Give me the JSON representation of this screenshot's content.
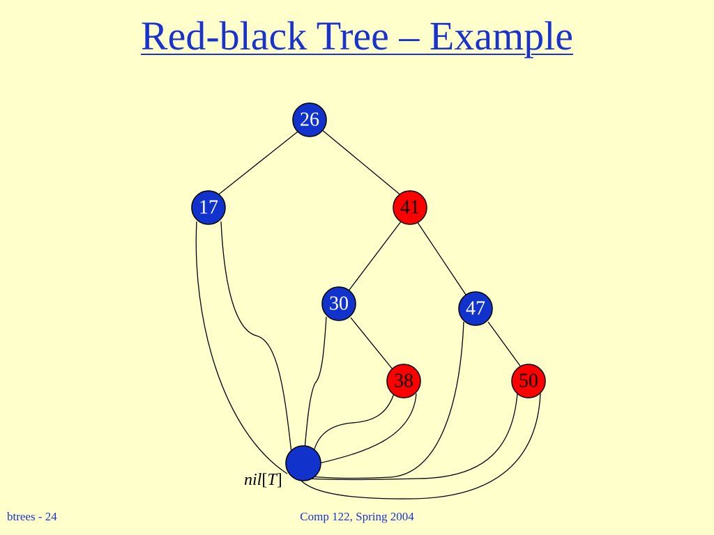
{
  "slide": {
    "title": "Red-black Tree – Example",
    "footer_left": "btrees - 24",
    "footer_center": "Comp 122, Spring 2004"
  },
  "colors": {
    "background": "#FFFFCC",
    "black_node": "#1133CC",
    "red_node": "#FF0000",
    "title_text": "#1A33CC"
  },
  "tree": {
    "nodes": [
      {
        "id": "n26",
        "key": "26",
        "color": "black"
      },
      {
        "id": "n17",
        "key": "17",
        "color": "black"
      },
      {
        "id": "n41",
        "key": "41",
        "color": "red"
      },
      {
        "id": "n30",
        "key": "30",
        "color": "black"
      },
      {
        "id": "n47",
        "key": "47",
        "color": "black"
      },
      {
        "id": "n38",
        "key": "38",
        "color": "red"
      },
      {
        "id": "n50",
        "key": "50",
        "color": "red"
      }
    ],
    "edges": [
      [
        "n26",
        "n17"
      ],
      [
        "n26",
        "n41"
      ],
      [
        "n41",
        "n30"
      ],
      [
        "n41",
        "n47"
      ],
      [
        "n30",
        "n38"
      ],
      [
        "n47",
        "n50"
      ]
    ],
    "sentinel": {
      "color": "black",
      "label_italic": "nil",
      "label_open": "[",
      "label_var": "T",
      "label_close": "]"
    }
  }
}
